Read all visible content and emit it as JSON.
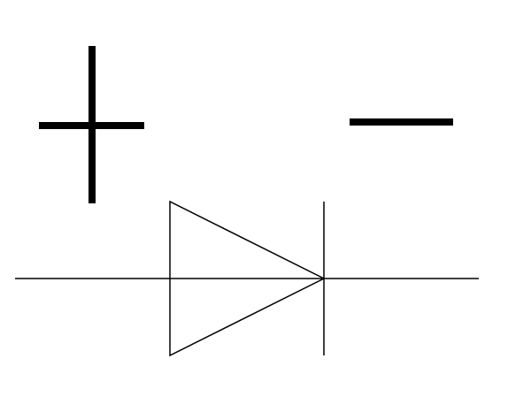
{
  "diagram": {
    "component": "diode",
    "symbols": {
      "left": "plus",
      "right": "minus"
    }
  },
  "colors": {
    "background": "#ffffff",
    "ink": "#000000"
  }
}
